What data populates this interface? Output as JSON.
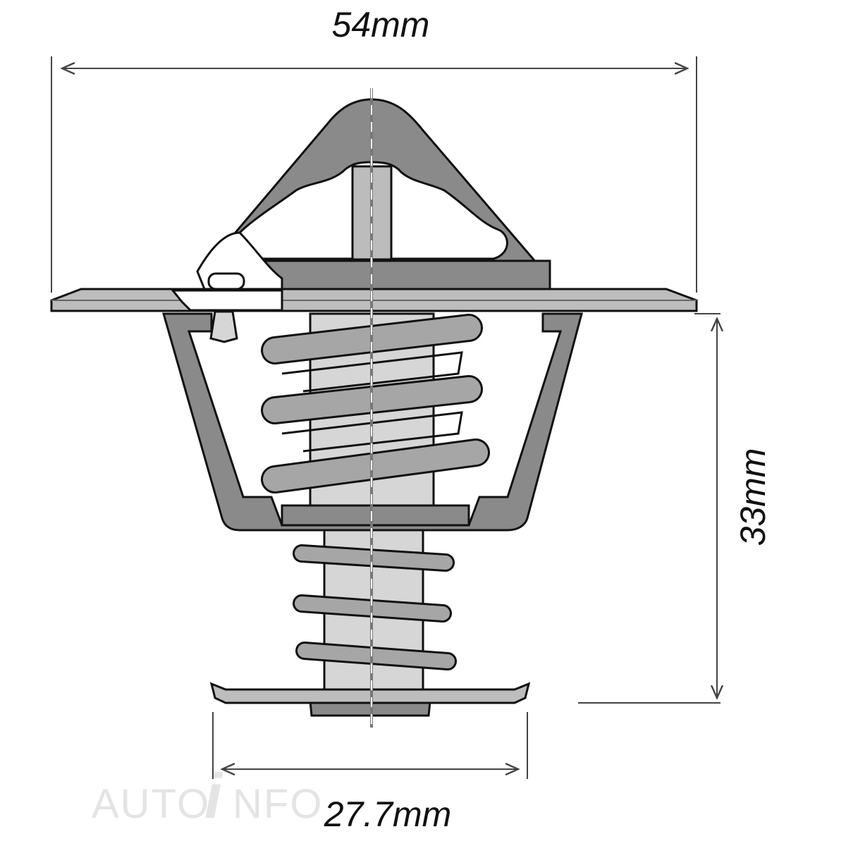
{
  "dimensions": {
    "width_label": "54mm",
    "height_label": "33mm",
    "valve_diameter_label": "27.7mm"
  },
  "watermark": {
    "text": "AUTOINFO"
  },
  "colors": {
    "dark_gray": "#8a8a8a",
    "mid_gray": "#a6a6a6",
    "light_gray": "#d6d6d6",
    "outline": "#111111"
  }
}
